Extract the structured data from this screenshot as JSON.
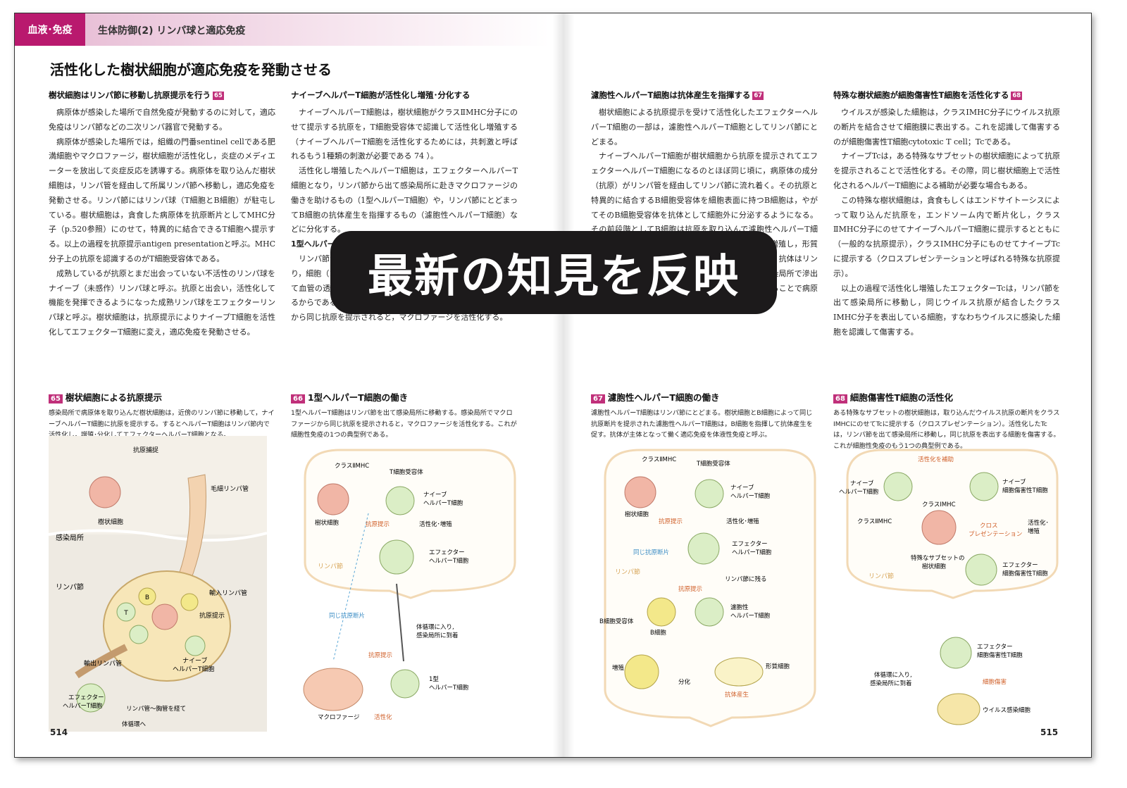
{
  "header": {
    "section": "血液･免疫",
    "title": "生体防御(2) リンパ球と適応免疫"
  },
  "page_title": "活性化した樹状細胞が適応免疫を発動させる",
  "columns": [
    {
      "heading": "樹状細胞はリンパ節に移動し抗原提示を行う",
      "badge": "65",
      "paragraphs": [
        "病原体が感染した場所で自然免疫が発動するのに対して，適応免疫はリンパ節などの二次リンパ器官で発動する。",
        "病原体が感染した場所では，組織の門番sentinel cellである肥満細胞やマクロファージ，樹状細胞が活性化し，炎症のメディエーターを放出して炎症反応を誘導する。病原体を取り込んだ樹状細胞は，リンパ管を経由して所属リンパ節へ移動し，適応免疫を発動させる。リンパ節にはリンパ球（T細胞とB細胞）が駐屯している。樹状細胞は，貪食した病原体を抗原断片としてMHC分子（p.520参照）にのせて，特異的に結合できるT細胞へ提示する。以上の過程を抗原提示antigen presentationと呼ぶ。MHC分子上の抗原を認識するのがT細胞受容体である。",
        "成熟しているが抗原とまだ出会っていない不活性のリンパ球をナイーブ（未感作）リンパ球と呼ぶ。抗原と出会い，活性化して機能を発揮できるようになった成熟リンパ球をエフェクターリンパ球と呼ぶ。樹状細胞は，抗原提示によりナイーブT細胞を活性化してエフェクターT細胞に変え，適応免疫を発動させる。"
      ]
    },
    {
      "heading": "ナイーブヘルパーT細胞が活性化し増殖･分化する",
      "badge": "",
      "paragraphs": [
        "ナイーブヘルパーT細胞は，樹状細胞がクラスⅡMHC分子にのせて提示する抗原を，T細胞受容体で認識して活性化し増殖する（ナイーブヘルパーT細胞を活性化するためには，共刺激と呼ばれるもう1種類の刺激が必要である 74 ）。",
        "活性化し増殖したヘルパーT細胞は，エフェクターヘルパーT細胞となり，リンパ節から出て感染局所に赴きマクロファージの働きを助けるもの（1型ヘルパーT細胞）や，リンパ節にとどまってB細胞の抗体産生を指揮するもの（濾胞性ヘルパーT細胞）などに分化する。",
        "1型ヘルパーT細胞",
        "リンパ節から出た1型ヘルパーT細胞は，血流に乗って全身を巡り，細胞（1型ヘルパーT細胞）は感染局所で止まる。炎症によって血管の透過性が亢進しており，T細胞が滲出しやすくなっているからである。感染局所で1型ヘルパーT細胞は，マクロファージから同じ抗原を提示されると，マクロファージを活性化する。"
      ]
    },
    {
      "heading": "濾胞性ヘルパーT細胞は抗体産生を指揮する",
      "badge": "67",
      "paragraphs": [
        "樹状細胞による抗原提示を受けて活性化したエフェクターヘルパーT細胞の一部は，濾胞性ヘルパーT細胞としてリンパ節にとどまる。",
        "ナイーブヘルパーT細胞が樹状細胞から抗原を提示されてエフェクターヘルパーT細胞になるのとほぼ同じ頃に，病原体の成分（抗原）がリンパ管を経由してリンパ節に流れ着く。その抗原と特異的に結合するB細胞受容体を細胞表面に持つB細胞は，やがてそのB細胞受容体を抗体として細胞外に分泌するようになる。その前段階としてB細胞は抗原を取り込んで濾胞性ヘルパーT細胞に提示し，濾胞性ヘルパーT細胞の指揮を受けて増殖し，形質細胞に分化する。形質細胞は大量の抗体を産生する。抗体はリンパ節を出て体循環に入り，血管透過性の亢進した感染局所で滲出し，オプソニン効果を発揮したり，補体を活性化することで病原体を駆除する。"
      ]
    },
    {
      "heading": "特殊な樹状細胞が細胞傷害性T細胞を活性化する",
      "badge": "68",
      "paragraphs": [
        "ウイルスが感染した細胞は，クラスⅠMHC分子にウイルス抗原の断片を結合させて細胞膜に表出する。これを認識して傷害するのが細胞傷害性T細胞cytotoxic T cell；Tcである。",
        "ナイーブTcは，ある特殊なサブセットの樹状細胞によって抗原を提示されることで活性化する。その際，同じ樹状細胞上で活性化されるヘルパーT細胞による補助が必要な場合もある。",
        "この特殊な樹状細胞は，貪食もしくはエンドサイトーシスによって取り込んだ抗原を，エンドソーム内で断片化し，クラスⅡMHC分子にのせてナイーブヘルパーT細胞に提示するとともに（一般的な抗原提示），クラスⅠMHC分子にものせてナイーブTcに提示する（クロスプレゼンテーションと呼ばれる特殊な抗原提示）。",
        "以上の過程で活性化し増殖したエフェクターTcは，リンパ節を出て感染局所に移動し，同じウイルス抗原が結合したクラスⅠMHC分子を表出している細胞，すなわちウイルスに感染した細胞を認識して傷害する。"
      ]
    }
  ],
  "figures": [
    {
      "num": "65",
      "title": "樹状細胞による抗原提示",
      "caption": "感染局所で病原体を取り込んだ樹状細胞は，近傍のリンパ節に移動して，ナイーブヘルパーT細胞に抗原を提示する。するとヘルパーT細胞はリンパ節内で活性化し，増殖･分化してエフェクターヘルパーT細胞となる。",
      "labels": {
        "capture": "抗原捕捉",
        "dendritic": "樹状細胞",
        "capillary": "毛細リンパ管",
        "site": "感染局所",
        "node": "リンパ節",
        "afferent": "輸入リンパ管",
        "present": "抗原提示",
        "efferent": "輸出リンパ管",
        "naive1": "ナイーブ",
        "naive2": "ヘルパーT細胞",
        "eff1": "エフェクター",
        "eff2": "ヘルパーT細胞",
        "duct": "リンパ管～胸管を経て",
        "circ": "体循環へ",
        "b": "B",
        "t": "T"
      }
    },
    {
      "num": "66",
      "title": "1型ヘルパーT細胞の働き",
      "caption": "1型ヘルパーT細胞はリンパ節を出て感染局所に移動する。感染局所でマクロファージから同じ抗原を提示されると，マクロファージを活性化する。これが細胞性免疫の1つの典型例である。",
      "labels": {
        "mhc2": "クラスⅡMHC",
        "tcr": "T細胞受容体",
        "naive1": "ナイーブ",
        "naive2": "ヘルパーT細胞",
        "dendritic": "樹状細胞",
        "present": "抗原提示",
        "act": "活性化･増殖",
        "eff1": "エフェクター",
        "eff2": "ヘルパーT細胞",
        "node": "リンパ節",
        "same": "同じ抗原断片",
        "circ1": "体循環に入り,",
        "circ2": "感染局所に到着",
        "present2": "抗原提示",
        "th1a": "1型",
        "th1b": "ヘルパーT細胞",
        "mac": "マクロファージ",
        "activate": "活性化"
      }
    },
    {
      "num": "67",
      "title": "濾胞性ヘルパーT細胞の働き",
      "caption": "濾胞性ヘルパーT細胞はリンパ節にとどまる。樹状細胞とB細胞によって同じ抗原断片を提示された濾胞性ヘルパーT細胞は，B細胞を指揮して抗体産生を促す。抗体が主体となって働く適応免疫を体液性免疫と呼ぶ。",
      "labels": {
        "mhc2": "クラスⅡMHC",
        "tcr": "T細胞受容体",
        "naive1": "ナイーブ",
        "naive2": "ヘルパーT細胞",
        "dendritic": "樹状細胞",
        "present": "抗原提示",
        "act": "活性化･増殖",
        "eff1": "エフェクター",
        "eff2": "ヘルパーT細胞",
        "same": "同じ抗原断片",
        "node": "リンパ節",
        "stay": "リンパ節に残る",
        "present2": "抗原提示",
        "bcr": "B細胞受容体",
        "bcell": "B細胞",
        "tfh1": "濾胞性",
        "tfh2": "ヘルパーT細胞",
        "prolif": "増殖",
        "diff": "分化",
        "plasma": "形質細胞",
        "ab": "抗体産生"
      }
    },
    {
      "num": "68",
      "title": "細胞傷害性T細胞の活性化",
      "caption": "ある特殊なサブセットの樹状細胞は，取り込んだウイルス抗原の断片をクラスⅠMHCにのせてTcに提示する（クロスプレゼンテーション）。活性化したTcは，リンパ節を出て感染局所に移動し，同じ抗原を表出する細胞を傷害する。これが細胞性免疫のもう1つの典型例である。",
      "labels": {
        "help": "活性化を補助",
        "naive_h1": "ナイーブ",
        "naive_h2": "ヘルパーT細胞",
        "naive_c1": "ナイーブ",
        "naive_c2": "細胞傷害性T細胞",
        "mhc1": "クラスⅠMHC",
        "mhc2": "クラスⅡMHC",
        "cross1": "クロス",
        "cross2": "プレゼンテーション",
        "special1": "特殊なサブセットの",
        "special2": "樹状細胞",
        "act1": "活性化･",
        "act2": "増殖",
        "node": "リンパ節",
        "eff1": "エフェクター",
        "eff2": "細胞傷害性T細胞",
        "circ1": "体循環に入り,",
        "circ2": "感染局所に到着",
        "kill": "細胞傷害",
        "infected": "ウイルス感染細胞"
      }
    }
  ],
  "page_numbers": {
    "left": "514",
    "right": "515"
  },
  "banner": "最新の知見を反映",
  "colors": {
    "accent": "#b9196e",
    "badge": "#c0307a",
    "tcell": "#dbeec6",
    "dc": "#f1b6a6",
    "node_line": "#f2d9b5"
  }
}
